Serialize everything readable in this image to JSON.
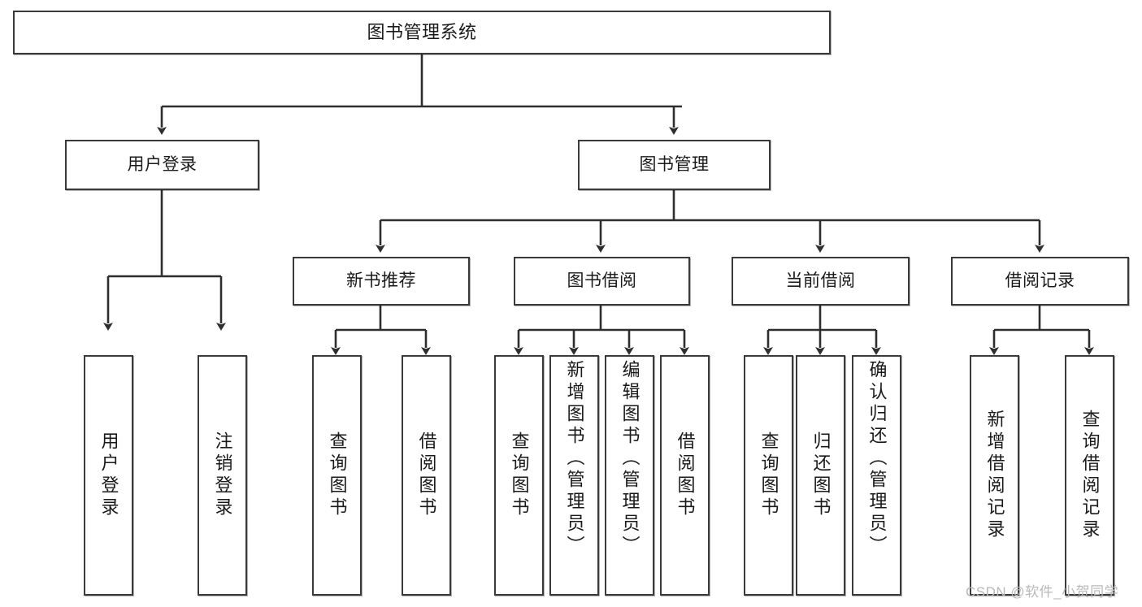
{
  "diagram": {
    "title": "图书管理系统",
    "type": "tree-hierarchy-chart",
    "accent_border": "#3a3a3a",
    "background": "#ffffff",
    "root": {
      "label": "图书管理系统"
    },
    "level2": [
      {
        "label": "用户登录"
      },
      {
        "label": "图书管理"
      }
    ],
    "level3": [
      {
        "label": "新书推荐"
      },
      {
        "label": "图书借阅"
      },
      {
        "label": "当前借阅"
      },
      {
        "label": "借阅记录"
      }
    ],
    "leaves": {
      "user_login": [
        {
          "label": "用户登录"
        },
        {
          "label": "注销登录"
        }
      ],
      "new_book_recommend": [
        {
          "label": "查询图书"
        },
        {
          "label": "借阅图书"
        }
      ],
      "book_borrow": [
        {
          "label": "查询图书"
        },
        {
          "label": "新增图书（管理员）"
        },
        {
          "label": "编辑图书（管理员）"
        },
        {
          "label": "借阅图书"
        }
      ],
      "current_borrow": [
        {
          "label": "查询图书"
        },
        {
          "label": "归还图书"
        },
        {
          "label": "确认归还（管理员）"
        }
      ],
      "borrow_record": [
        {
          "label": "新增借阅记录"
        },
        {
          "label": "查询借阅记录"
        }
      ]
    }
  },
  "watermark": {
    "text": "CSDN @软件_小贺同学"
  }
}
